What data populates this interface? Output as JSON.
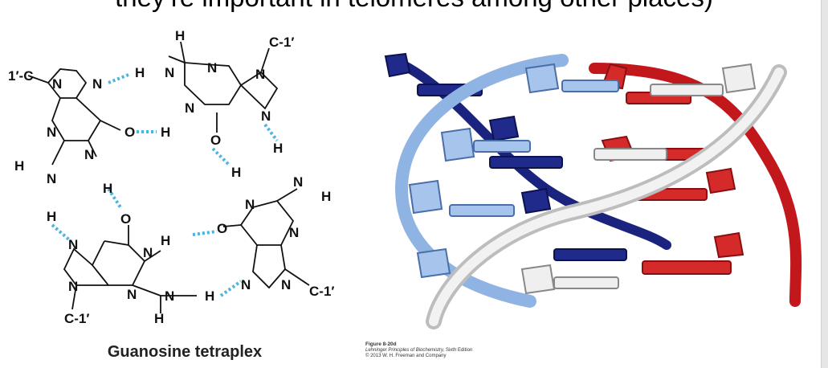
{
  "slide": {
    "title": "they’re important in telomeres among other places)"
  },
  "left_figure": {
    "caption": "Guanosine tetraplex",
    "atoms": {
      "c1prime": "C-1′",
      "c1prime_left": "1′-C",
      "N": "N",
      "H": "H",
      "O": "O"
    },
    "hbond_color": "#4fb3e0"
  },
  "right_figure": {
    "figure_number": "Figure 8-20d",
    "source": "Lehninger Principles of Biochemistry,",
    "edition": "Sixth Edition",
    "copyright": "© 2013 W. H. Freeman and Company",
    "colors": {
      "light_blue": "#8fb4e3",
      "dark_blue": "#1a237e",
      "red": "#d42a2a",
      "white": "#eeeeee"
    }
  }
}
